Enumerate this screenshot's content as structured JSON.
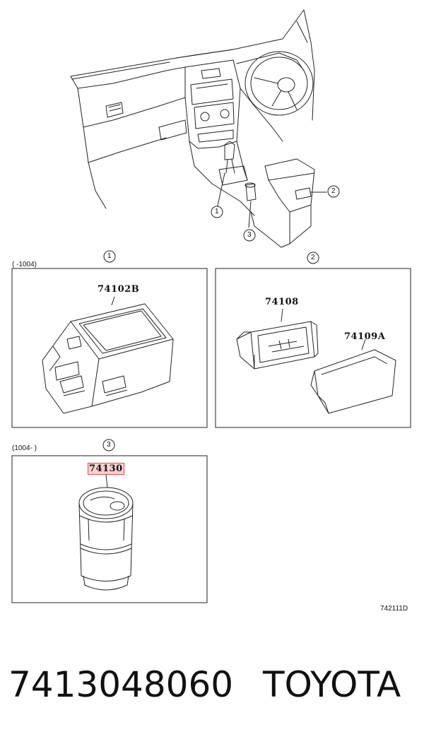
{
  "diagram": {
    "callouts": {
      "c1": "1",
      "c2": "2",
      "c3": "3"
    },
    "panel1": {
      "date_range": "(      -1004)",
      "callout": "1",
      "part": "74102B"
    },
    "panel2": {
      "callout": "2",
      "part_frame": "74108",
      "part_lid": "74109A"
    },
    "panel3": {
      "date_range": "(1004-      )",
      "callout": "3",
      "part": "74130",
      "highlight_color": "#d9534f"
    },
    "diagram_code": "742111D"
  },
  "footer": {
    "part_number": "7413048060",
    "brand": "TOYOTA"
  }
}
